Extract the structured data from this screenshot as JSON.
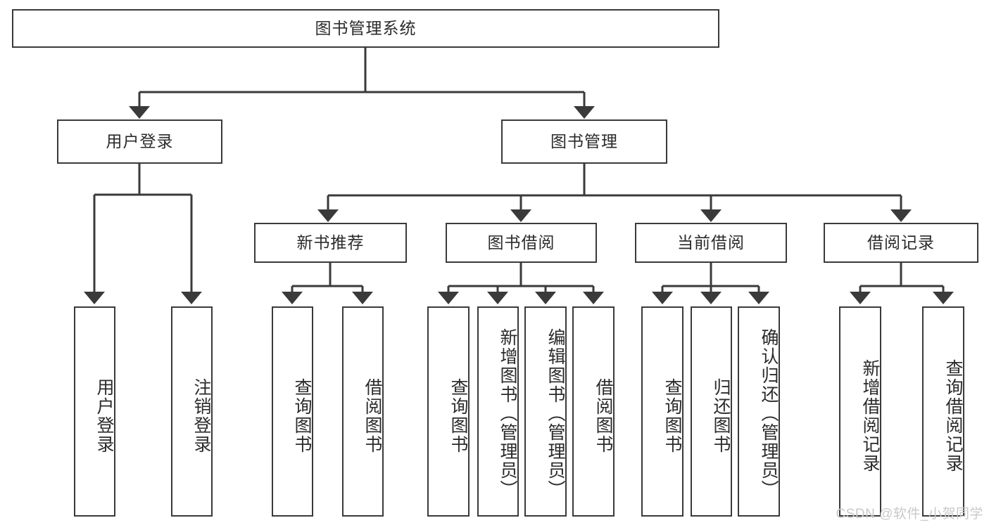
{
  "diagram": {
    "title_node": {
      "label": "图书管理系统"
    },
    "level2": [
      {
        "id": "user-login",
        "label": "用户登录"
      },
      {
        "id": "book-management",
        "label": "图书管理"
      }
    ],
    "level3": [
      {
        "id": "new-book-recommend",
        "label": "新书推荐"
      },
      {
        "id": "book-borrow",
        "label": "图书借阅"
      },
      {
        "id": "current-borrow",
        "label": "当前借阅"
      },
      {
        "id": "borrow-record",
        "label": "借阅记录"
      }
    ],
    "leaves": {
      "user_login": [
        {
          "id": "leaf-user-login",
          "label": "用户登录"
        },
        {
          "id": "leaf-logout-login",
          "label": "注销登录"
        }
      ],
      "new_book_recommend": [
        {
          "id": "leaf-query-book-1",
          "label": "查询图书"
        },
        {
          "id": "leaf-borrow-book-1",
          "label": "借阅图书"
        }
      ],
      "book_borrow": [
        {
          "id": "leaf-query-book-2",
          "label": "查询图书"
        },
        {
          "id": "leaf-add-book",
          "label": "新增图书（管理员）"
        },
        {
          "id": "leaf-edit-book",
          "label": "编辑图书（管理员）"
        },
        {
          "id": "leaf-borrow-book-2",
          "label": "借阅图书"
        }
      ],
      "current_borrow": [
        {
          "id": "leaf-query-book-3",
          "label": "查询图书"
        },
        {
          "id": "leaf-return-book",
          "label": "归还图书"
        },
        {
          "id": "leaf-confirm-return",
          "label": "确认归还（管理员）"
        }
      ],
      "borrow_record": [
        {
          "id": "leaf-add-borrow-record",
          "label": "新增借阅记录"
        },
        {
          "id": "leaf-query-borrow-record",
          "label": "查询借阅记录"
        }
      ]
    }
  },
  "watermark": {
    "text": "CSDN @软件_小贺同学"
  },
  "colors": {
    "stroke": "#3a3a3a",
    "text": "#2b2b2b",
    "background": "#ffffff",
    "watermark": "#c9c9c9"
  }
}
